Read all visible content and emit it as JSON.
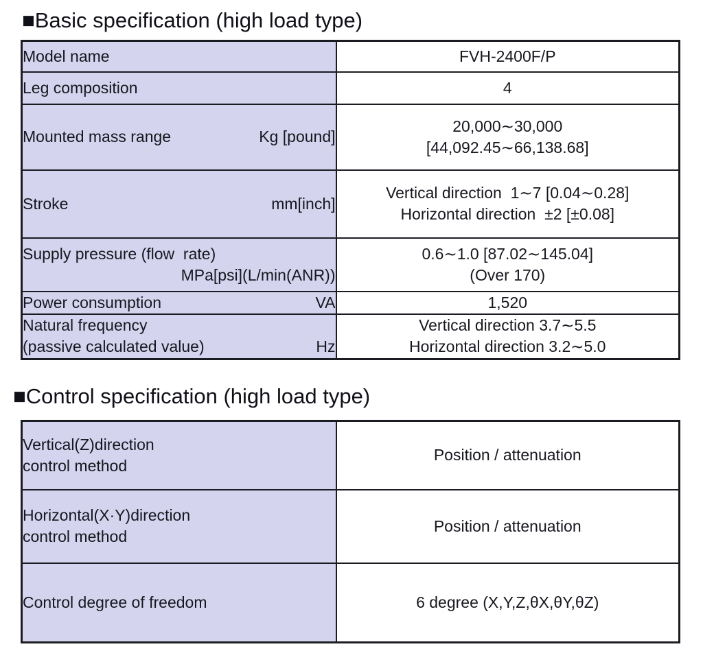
{
  "colors": {
    "label_cell_bg": "#d4d4ee",
    "border": "#1b1b22",
    "text": "#17171f",
    "page_bg": "#ffffff"
  },
  "basic": {
    "title": "■Basic specification (high load type)",
    "rows": [
      {
        "label": "Model name",
        "unit": "",
        "values": [
          "FVH-2400F/P"
        ]
      },
      {
        "label": "Leg composition",
        "unit": "",
        "values": [
          "4"
        ]
      },
      {
        "label": "Mounted mass range",
        "unit": "Kg [pound]",
        "values": [
          "20,000∼30,000",
          "[44,092.45∼66,138.68]"
        ]
      },
      {
        "label": "Stroke",
        "unit": "mm[inch]",
        "values": [
          "Vertical direction  1∼7 [0.04∼0.28]",
          "Horizontal direction  ±2 [±0.08]"
        ]
      },
      {
        "label": "Supply pressure (flow  rate)",
        "unit": "MPa[psi](L/min(ANR))",
        "values": [
          "0.6∼1.0 [87.02∼145.04]",
          "(Over 170)"
        ]
      },
      {
        "label": "Power consumption",
        "unit": "VA",
        "values": [
          "1,520"
        ]
      },
      {
        "label": "Natural frequency",
        "label2": "(passive calculated value)",
        "unit": "Hz",
        "values": [
          "Vertical direction 3.7∼5.5",
          "Horizontal direction 3.2∼5.0"
        ]
      }
    ]
  },
  "control": {
    "title": "■Control specification (high load type)",
    "rows": [
      {
        "label": "Vertical(Z)direction",
        "label2": "control method",
        "values": [
          "Position / attenuation"
        ]
      },
      {
        "label": "Horizontal(X·Y)direction",
        "label2": "control method",
        "values": [
          "Position / attenuation"
        ]
      },
      {
        "label": "Control degree of freedom",
        "label2": "",
        "values": [
          "6 degree (X,Y,Z,θX,θY,θZ)"
        ]
      }
    ]
  }
}
